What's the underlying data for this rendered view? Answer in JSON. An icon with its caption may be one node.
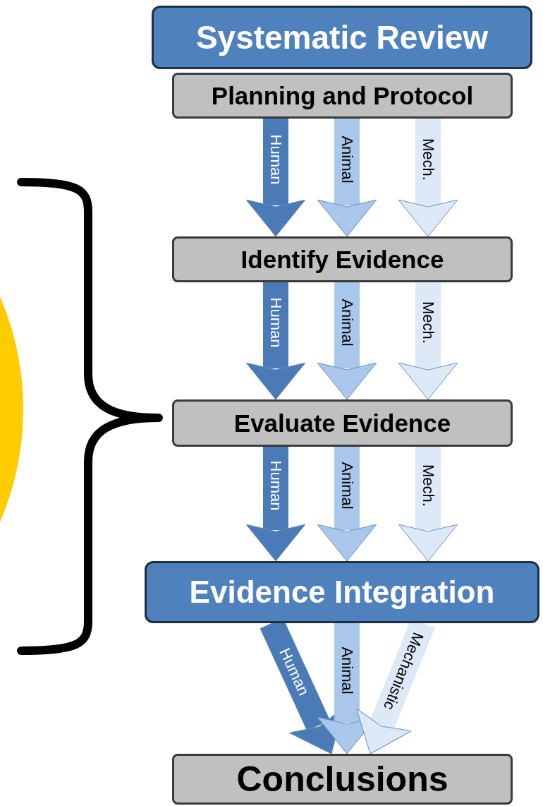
{
  "diagram": {
    "nodes": [
      {
        "text": [
          "Systematic Review"
        ]
      },
      {
        "text": [
          "Planning and Protocol"
        ]
      },
      {
        "text": [
          "Identify Evidence"
        ]
      },
      {
        "text": [
          "Evaluate Evidence"
        ]
      },
      {
        "text": [
          "Evidence Integration"
        ]
      },
      {
        "text": [
          "Conclusions"
        ]
      },
      {
        "text": [],
        "shape": "circle"
      }
    ],
    "edges": [
      {
        "from": 1,
        "to": 2,
        "arrow": "to",
        "label": "Human",
        "color": "#4a7bb7"
      },
      {
        "from": 1,
        "to": 2,
        "arrow": "to",
        "label": "Animal",
        "color": "#a8c7ea"
      },
      {
        "from": 1,
        "to": 2,
        "arrow": "to",
        "label": "Mech.",
        "color": "#dde9f6"
      },
      {
        "from": 2,
        "to": 3,
        "arrow": "to",
        "label": "Human",
        "color": "#4a7bb7"
      },
      {
        "from": 2,
        "to": 3,
        "arrow": "to",
        "label": "Animal",
        "color": "#a8c7ea"
      },
      {
        "from": 2,
        "to": 3,
        "arrow": "to",
        "label": "Mech.",
        "color": "#dde9f6"
      },
      {
        "from": 3,
        "to": 4,
        "arrow": "to",
        "label": "Human",
        "color": "#4a7bb7"
      },
      {
        "from": 3,
        "to": 4,
        "arrow": "to",
        "label": "Animal",
        "color": "#a8c7ea"
      },
      {
        "from": 3,
        "to": 4,
        "arrow": "to",
        "label": "Mech.",
        "color": "#dde9f6"
      },
      {
        "from": 4,
        "to": 5,
        "arrow": "to",
        "label": "Human",
        "color": "#4a7bb7"
      },
      {
        "from": 4,
        "to": 5,
        "arrow": "to",
        "label": "Animal",
        "color": "#a8c7ea"
      },
      {
        "from": 4,
        "to": 5,
        "arrow": "to",
        "label": "Mechanistic",
        "color": "#dde9f6"
      }
    ]
  }
}
